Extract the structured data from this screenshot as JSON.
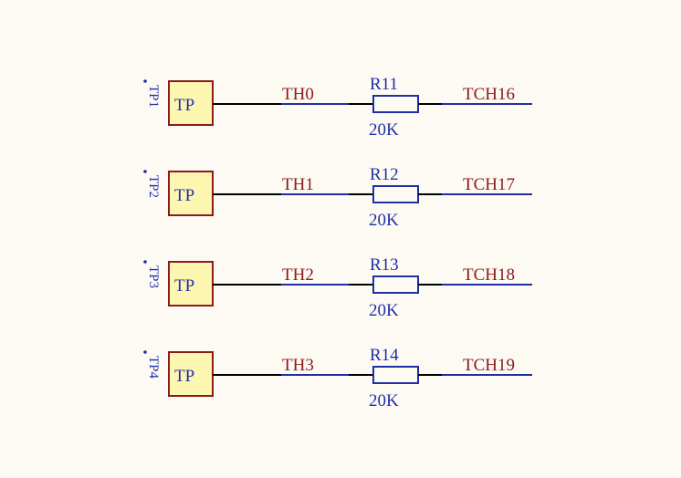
{
  "colors": {
    "background": "#fdfaf3",
    "wire": "#000000",
    "net_wire": "#1f2fa8",
    "net_label": "#8b1a1a",
    "pad_fill": "#fdf6b0",
    "pad_border": "#8b1a1a",
    "designator": "#1f2fa8",
    "resistor": "#1f2fa8",
    "dot": "#1f2fa8"
  },
  "rows": [
    {
      "designator": "TP1",
      "pad_text": "TP",
      "net_in": "TH0",
      "resistor": "R11",
      "value": "20K",
      "net_out": "TCH16"
    },
    {
      "designator": "TP2",
      "pad_text": "TP",
      "net_in": "TH1",
      "resistor": "R12",
      "value": "20K",
      "net_out": "TCH17"
    },
    {
      "designator": "TP3",
      "pad_text": "TP",
      "net_in": "TH2",
      "resistor": "R13",
      "value": "20K",
      "net_out": "TCH18"
    },
    {
      "designator": "TP4",
      "pad_text": "TP",
      "net_in": "TH3",
      "resistor": "R14",
      "value": "20K",
      "net_out": "TCH19"
    }
  ]
}
